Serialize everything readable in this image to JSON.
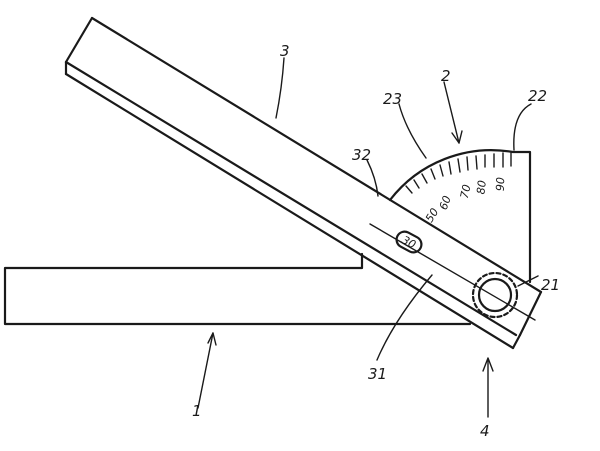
{
  "labels": {
    "base": "1",
    "protractor": "2",
    "arm": "3",
    "end": "4",
    "pivot": "21",
    "top": "22",
    "arc": "23",
    "slot": "31",
    "slider": "32"
  },
  "scale": {
    "s50": "50",
    "s60": "60",
    "s70": "70",
    "s80": "80",
    "s90": "90"
  },
  "slider_value": "30"
}
